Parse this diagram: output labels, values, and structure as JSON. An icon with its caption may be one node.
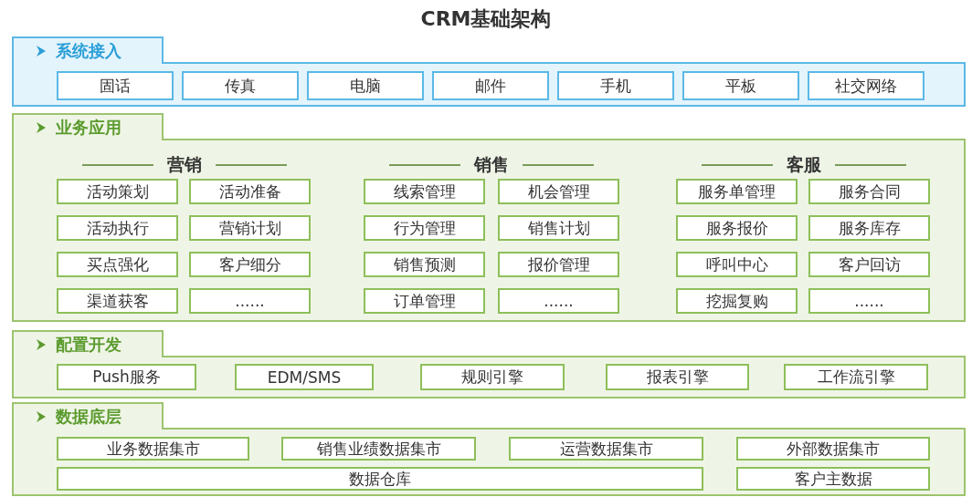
{
  "diagram": {
    "title": "CRM基础架构",
    "nodes": [
      {
        "text": [
          "系统接入"
        ]
      },
      {
        "text": [
          "固话"
        ],
        "in": 0
      },
      {
        "text": [
          "传真"
        ],
        "in": 0
      },
      {
        "text": [
          "电脑"
        ],
        "in": 0
      },
      {
        "text": [
          "邮件"
        ],
        "in": 0
      },
      {
        "text": [
          "手机"
        ],
        "in": 0
      },
      {
        "text": [
          "平板"
        ],
        "in": 0
      },
      {
        "text": [
          "社交网络"
        ],
        "in": 0
      },
      {
        "text": [
          "业务应用"
        ]
      },
      {
        "text": [
          "营销"
        ],
        "in": 8
      },
      {
        "text": [
          "活动策划"
        ],
        "in": 8
      },
      {
        "text": [
          "活动准备"
        ],
        "in": 8
      },
      {
        "text": [
          "活动执行"
        ],
        "in": 8
      },
      {
        "text": [
          "营销计划"
        ],
        "in": 8
      },
      {
        "text": [
          "买点强化"
        ],
        "in": 8
      },
      {
        "text": [
          "客户细分"
        ],
        "in": 8
      },
      {
        "text": [
          "渠道获客"
        ],
        "in": 8
      },
      {
        "text": [
          "......"
        ],
        "in": 8
      },
      {
        "text": [
          "销售"
        ],
        "in": 8
      },
      {
        "text": [
          "线索管理"
        ],
        "in": 8
      },
      {
        "text": [
          "机会管理"
        ],
        "in": 8
      },
      {
        "text": [
          "行为管理"
        ],
        "in": 8
      },
      {
        "text": [
          "销售计划"
        ],
        "in": 8
      },
      {
        "text": [
          "销售预测"
        ],
        "in": 8
      },
      {
        "text": [
          "报价管理"
        ],
        "in": 8
      },
      {
        "text": [
          "订单管理"
        ],
        "in": 8
      },
      {
        "text": [
          "......"
        ],
        "in": 8
      },
      {
        "text": [
          "客服"
        ],
        "in": 8
      },
      {
        "text": [
          "服务单管理"
        ],
        "in": 8
      },
      {
        "text": [
          "服务合同"
        ],
        "in": 8
      },
      {
        "text": [
          "服务报价"
        ],
        "in": 8
      },
      {
        "text": [
          "服务库存"
        ],
        "in": 8
      },
      {
        "text": [
          "呼叫中心"
        ],
        "in": 8
      },
      {
        "text": [
          "客户回访"
        ],
        "in": 8
      },
      {
        "text": [
          "挖掘复购"
        ],
        "in": 8
      },
      {
        "text": [
          "......"
        ],
        "in": 8
      },
      {
        "text": [
          "配置开发"
        ]
      },
      {
        "text": [
          "Push服务"
        ],
        "in": 36
      },
      {
        "text": [
          "EDM/SMS"
        ],
        "in": 36
      },
      {
        "text": [
          "规则引擎"
        ],
        "in": 36
      },
      {
        "text": [
          "报表引擎"
        ],
        "in": 36
      },
      {
        "text": [
          "工作流引擎"
        ],
        "in": 36
      },
      {
        "text": [
          "数据底层"
        ]
      },
      {
        "text": [
          "业务数据集市"
        ],
        "in": 42
      },
      {
        "text": [
          "销售业绩数据集市"
        ],
        "in": 42
      },
      {
        "text": [
          "运营数据集市"
        ],
        "in": 42
      },
      {
        "text": [
          "外部数据集市"
        ],
        "in": 42
      },
      {
        "text": [
          "数据仓库"
        ],
        "in": 42
      },
      {
        "text": [
          "客户主数据"
        ],
        "in": 42
      }
    ]
  }
}
